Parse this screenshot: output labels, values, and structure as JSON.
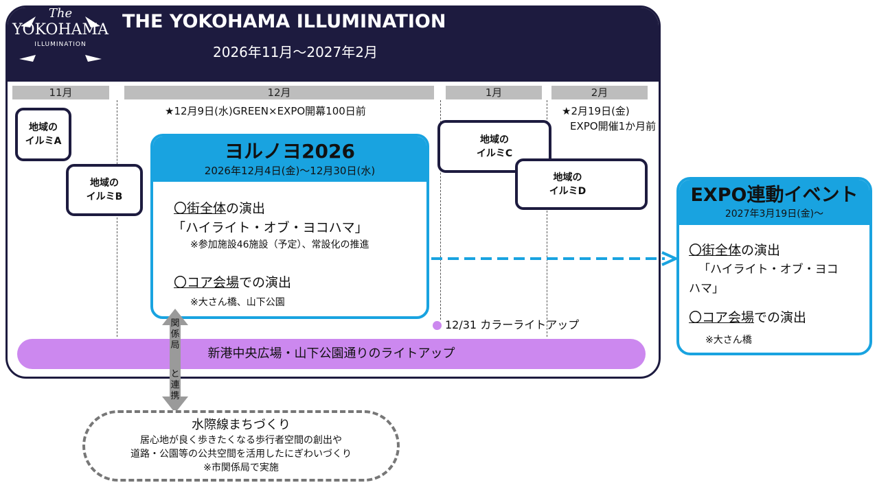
{
  "logo": {
    "the": "The",
    "main": "YOKOHAMA",
    "sub": "ILLUMINATION"
  },
  "header": {
    "title": "THE YOKOHAMA ILLUMINATION",
    "period": "2026年11月～2027年2月"
  },
  "months": [
    "11月",
    "12月",
    "1月",
    "2月"
  ],
  "notes": {
    "dec9": "★12月9日(水)GREEN×EXPO開幕100日前",
    "feb19_a": "★2月19日(金)",
    "feb19_b": "EXPO開催1か月前"
  },
  "regions": {
    "a": "地域の\nイルミA",
    "b": "地域の\nイルミB",
    "c": "地域の\nイルミC",
    "d": "地域の\nイルミD"
  },
  "yorunoyo": {
    "title": "ヨルノヨ2026",
    "dates": "2026年12月4日(金)～12月30日(水)",
    "sec1_u": "〇街全体",
    "sec1_rest": "の演出",
    "sec1_sub": "「ハイライト・オブ・ヨコハマ」",
    "sec1_note": "※参加施設46施設（予定）、常設化の推進",
    "sec2_u": "〇コア会場",
    "sec2_rest": "での演出",
    "sec2_note": "※大さん橋、山下公園"
  },
  "expo": {
    "title": "EXPO連動イベント",
    "date": "2027年3月19日(金)～",
    "sec1_u": "〇街全体",
    "sec1_rest": "の演出",
    "sec1_sub_a": "「ハイライト・オブ・ヨコ",
    "sec1_sub_b": "ハマ」",
    "sec2_u": "〇コア会場",
    "sec2_rest": "での演出",
    "sec2_note": "※大さん橋"
  },
  "lightup_note": "12/31 カラーライトアップ",
  "lightup_bar": "新港中央広場・山下公園通りのライトアップ",
  "cooperation": [
    "関",
    "係",
    "局",
    "と",
    "連",
    "携"
  ],
  "mizugiwa": {
    "title": "水際線まちづくり",
    "line1": "居心地が良く歩きたくなる歩行者空間の創出や",
    "line2": "道路・公園等の公共空間を活用したにぎわいづくり",
    "line3": "※市関係局で実施"
  },
  "colors": {
    "navy": "#1d1b3f",
    "blue": "#19a3e0",
    "purple": "#cc88ef",
    "gray": "#bdbdbd"
  }
}
